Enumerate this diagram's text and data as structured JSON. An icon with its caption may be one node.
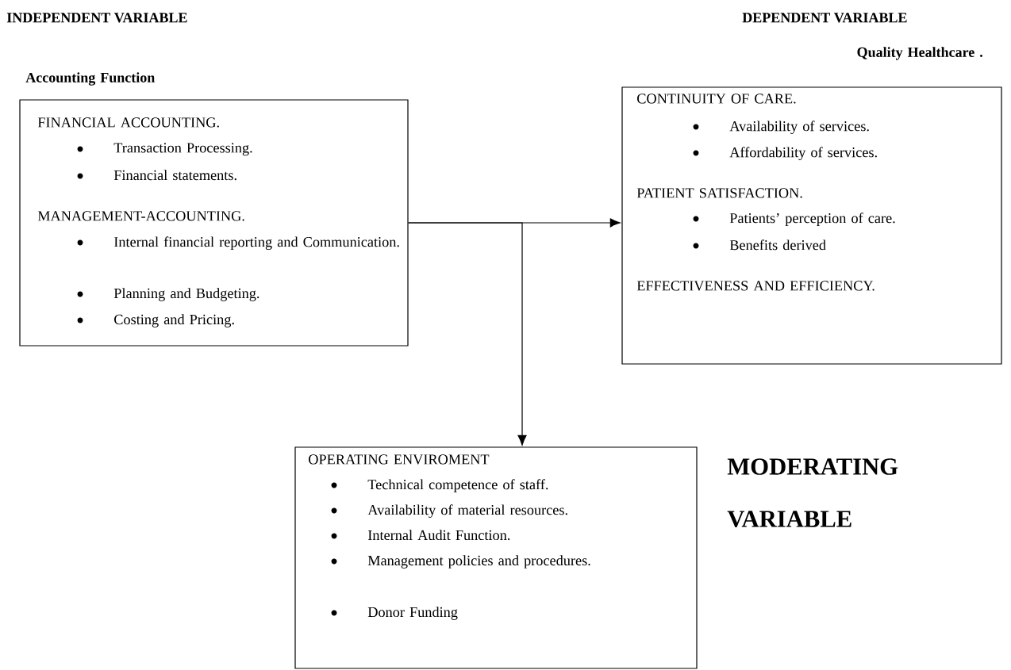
{
  "diagram": {
    "nodes": [
      {
        "text": [
          "Accounting Function",
          "FINANCIAL ACCOUNTING.",
          "Transaction Processing.",
          "Financial statements.",
          "MANAGEMENT-ACCOUNTING.",
          "Internal financial reporting and Communication.",
          "Planning and Budgeting.",
          "Costing and Pricing."
        ]
      },
      {
        "text": [
          "Quality Healthcare .",
          "CONTINUITY OF CARE.",
          "Availability of services.",
          "Affordability of services.",
          "PATIENT SATISFACTION.",
          "Patients’ perception of care.",
          "Benefits derived",
          "EFFECTIVENESS AND EFFICIENCY."
        ]
      },
      {
        "text": [
          "OPERATING ENVIROMENT",
          "Technical competence of staff.",
          "Availability of material resources.",
          "Internal Audit Function.",
          "Management policies and procedures.",
          "Donor Funding"
        ],
        "beside": [
          "MODERATING VARIABLE"
        ]
      }
    ],
    "edges": [
      {
        "from": 0,
        "to": 1,
        "arrow": "to"
      },
      {
        "from": 0,
        "to": 2,
        "arrow": "to"
      }
    ],
    "labels": [
      "INDEPENDENT VARIABLE",
      "DEPENDENT VARIABLE"
    ]
  }
}
